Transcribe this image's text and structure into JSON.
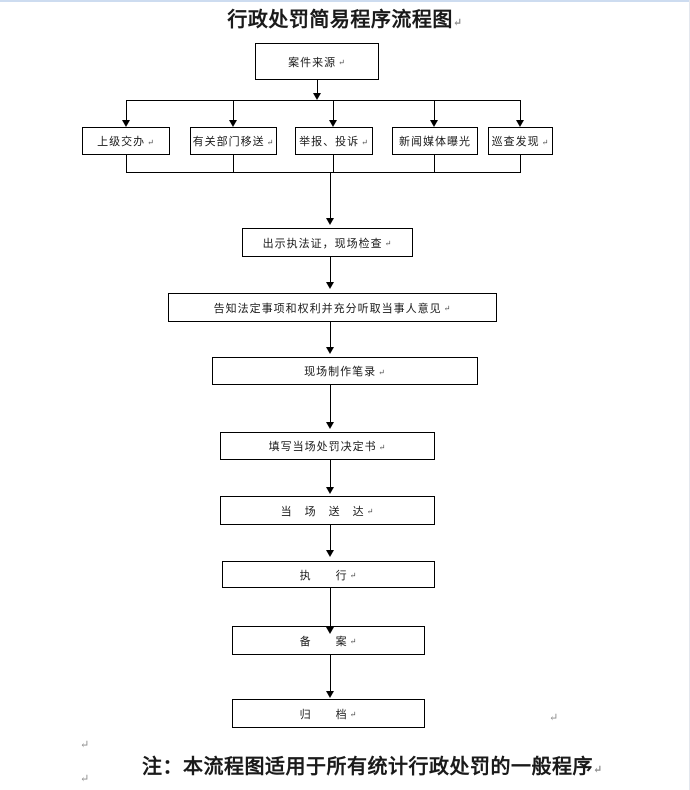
{
  "page": {
    "title": "行政处罚简易程序流程图",
    "note": "注：本流程图适用于所有统计行政处罚的一般程序",
    "paragraph_mark": "↵"
  },
  "flowchart": {
    "source_box": {
      "label": "案件来源"
    },
    "channels": [
      {
        "label": "上级交办"
      },
      {
        "label": "有关部门移送"
      },
      {
        "label": "举报、投诉"
      },
      {
        "label": "新闻媒体曝光"
      },
      {
        "label": "巡查发现"
      }
    ],
    "steps": [
      {
        "label": "出示执法证，现场检查"
      },
      {
        "label": "告知法定事项和权利并充分听取当事人意见"
      },
      {
        "label": "现场制作笔录"
      },
      {
        "label": "填写当场处罚决定书"
      },
      {
        "label": "当　场　送　达"
      },
      {
        "label": "执　　行"
      },
      {
        "label": "备　　案"
      },
      {
        "label": "归　　档"
      }
    ]
  },
  "colors": {
    "line": "#000000",
    "page_edge_top": "#cddcf0",
    "page_edge_right": "#e3e7ee",
    "mark": "#8a8a8a"
  }
}
